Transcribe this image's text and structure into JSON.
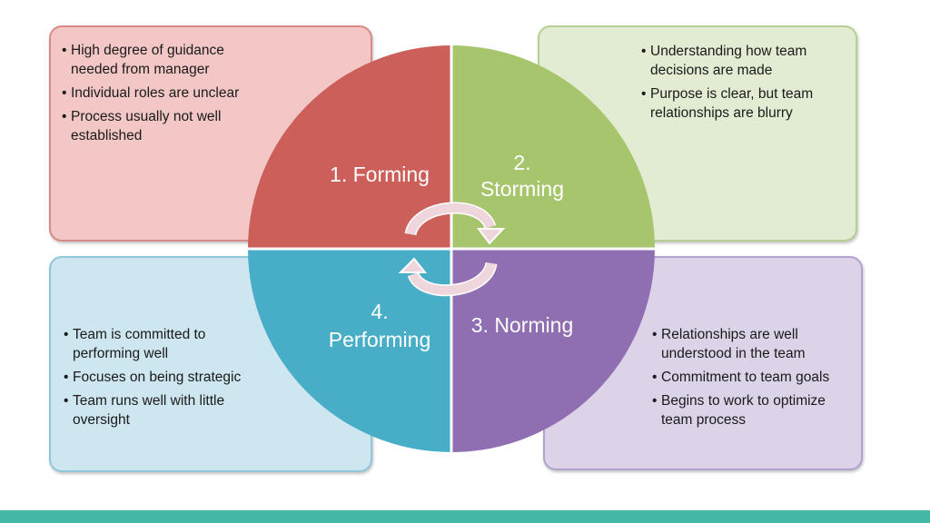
{
  "stages": {
    "forming": {
      "label": "1. Forming",
      "color": "#cd5f5a",
      "bullets": [
        "High degree of guidance needed from manager",
        "Individual roles are unclear",
        "Process usually not well established"
      ]
    },
    "storming": {
      "label_line1": "2.",
      "label_line2": "Storming",
      "color": "#a7c56d",
      "bullets": [
        "Understanding how team decisions are made",
        "Purpose is clear, but team relationships are blurry"
      ]
    },
    "norming": {
      "label": "3. Norming",
      "color": "#8f6fb1",
      "bullets": [
        "Relationships are well understood in the team",
        "Commitment to team goals",
        "Begins to work to optimize team process"
      ]
    },
    "performing": {
      "label_line1": "4.",
      "label_line2": "Performing",
      "color": "#48adc7",
      "bullets": [
        "Team is committed to performing well",
        "Focuses on being strategic",
        "Team runs well with little oversight"
      ]
    }
  },
  "footer_color": "#44b8a6"
}
